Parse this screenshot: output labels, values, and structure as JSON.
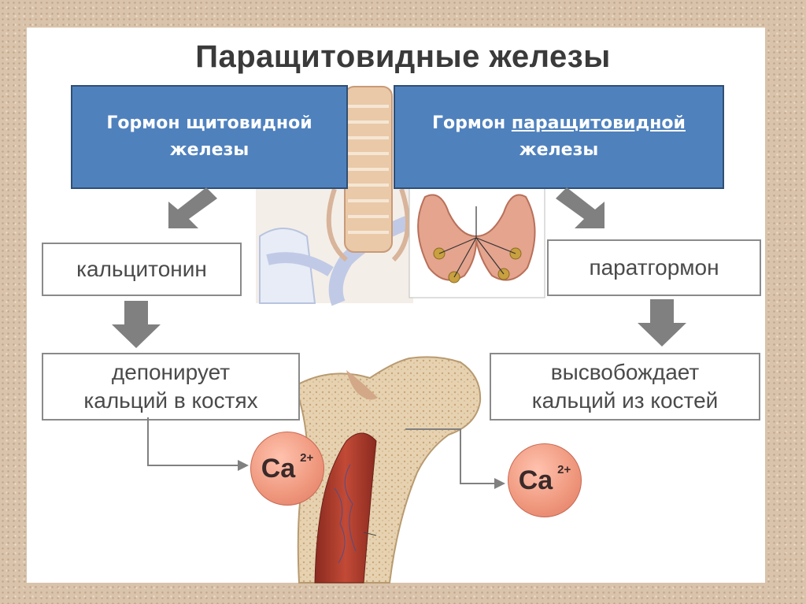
{
  "title": "Паращитовидные железы",
  "boxes": {
    "thyroid_hormone": {
      "line1": "Гормон щитовидной",
      "line2": "железы"
    },
    "parathyroid_hormone": {
      "line1_prefix": "Гормон ",
      "line1_underlined": "паращитовидной",
      "line2": "железы"
    }
  },
  "labels": {
    "calcitonin": "кальцитонин",
    "parathormone": "паратгормон",
    "deposits_line1": "депонирует",
    "deposits_line2": "кальций в костях",
    "releases_line1": "высвобождает",
    "releases_line2": "кальций из костей"
  },
  "ions": {
    "left": {
      "symbol": "Ca",
      "charge": "2+"
    },
    "right": {
      "symbol": "Ca",
      "charge": "2+"
    }
  },
  "colors": {
    "blue_box": "#4f81bd",
    "arrow": "#808080",
    "ion": "#f09a80",
    "bone": "#e6d2b0",
    "marrow": "#b03a2e"
  }
}
